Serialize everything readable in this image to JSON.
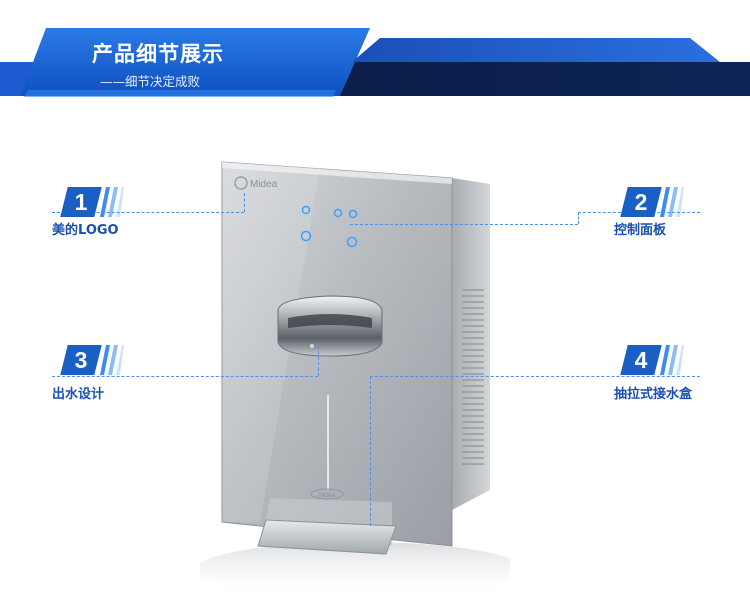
{
  "banner": {
    "title": "产品细节展示",
    "subtitle": "——细节决定成败"
  },
  "product": {
    "logo_text": "Midea",
    "tray_text": "Midea"
  },
  "callouts": [
    {
      "number": "1",
      "label": "美的LOGO"
    },
    {
      "number": "2",
      "label": "控制面板"
    },
    {
      "number": "3",
      "label": "出水设计"
    },
    {
      "number": "4",
      "label": "抽拉式接水盒"
    }
  ],
  "colors": {
    "accent": "#1a5fc4",
    "dark_band": "#0b1e4a",
    "label": "#1a4fb0"
  }
}
